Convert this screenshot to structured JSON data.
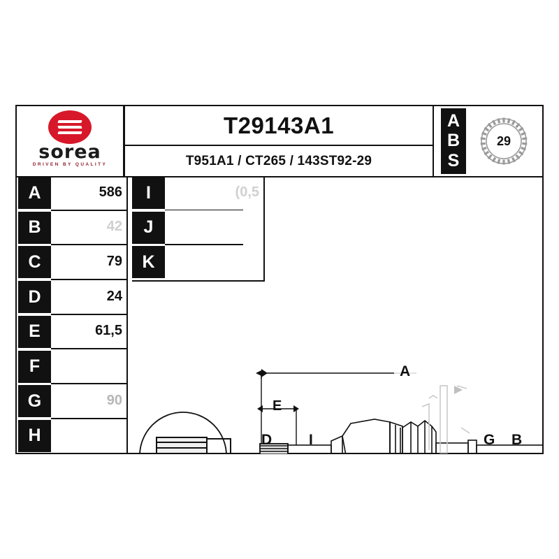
{
  "header": {
    "brand": {
      "name": "sorea",
      "tagline": "DRIVEN BY QUALITY",
      "logo_icon": "sorea-s-logo-icon",
      "logo_color": "#d7182a"
    },
    "title": "T29143A1",
    "subtitle": "T951A1 / CT265 / 143ST92-29",
    "abs": {
      "letters": [
        "A",
        "B",
        "S"
      ],
      "tooth_count": "29",
      "gear_icon": "abs-tone-ring-gear-icon"
    }
  },
  "spec_table": {
    "left_column": [
      {
        "key": "A",
        "value": "586"
      },
      {
        "key": "B",
        "value": "42"
      },
      {
        "key": "C",
        "value": "79"
      },
      {
        "key": "D",
        "value": "24"
      },
      {
        "key": "E",
        "value": "61,5"
      },
      {
        "key": "F",
        "value": ""
      },
      {
        "key": "G",
        "value": "90"
      },
      {
        "key": "H",
        "value": ""
      }
    ],
    "right_column": [
      {
        "key": "I",
        "value": "(0,5"
      },
      {
        "key": "J",
        "value": ""
      },
      {
        "key": "K",
        "value": ""
      }
    ]
  },
  "drawing": {
    "name": "cv-joint-drive-shaft-diagram",
    "callouts": [
      {
        "id": "A",
        "label": "A"
      },
      {
        "id": "E",
        "label": "E"
      },
      {
        "id": "D",
        "label": "D"
      },
      {
        "id": "I",
        "label": "I"
      },
      {
        "id": "G",
        "label": "G"
      },
      {
        "id": "B",
        "label": "B"
      }
    ],
    "detail_circle": "spline-detail-magnifier"
  },
  "colors": {
    "ink": "#111111",
    "brand_red": "#d7182a",
    "faint": "#cfcfcf",
    "paper": "#ffffff"
  }
}
